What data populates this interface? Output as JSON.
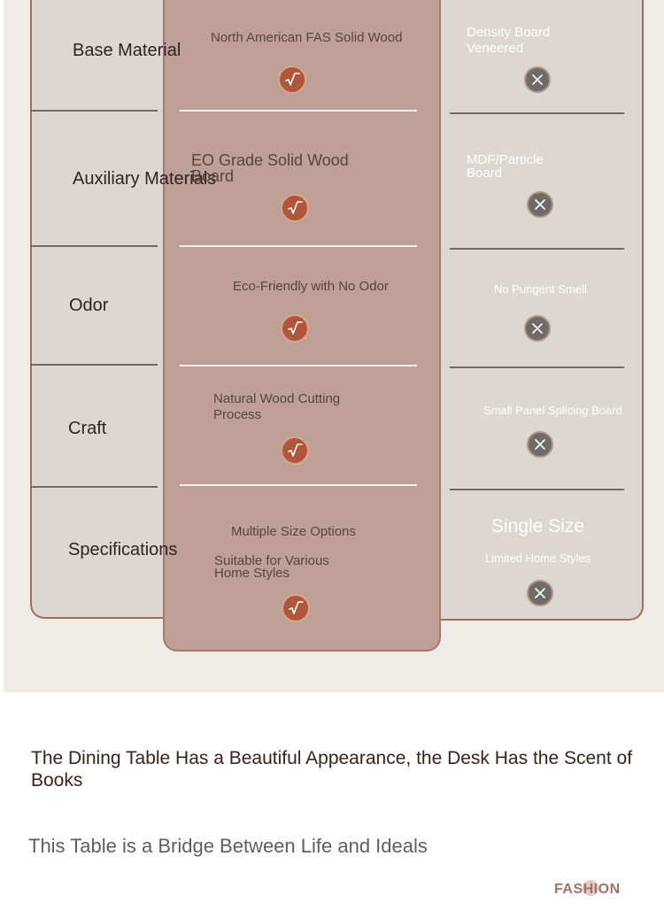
{
  "rows": [
    {
      "label": "Base Material",
      "ours": [
        "North American FAS Solid Wood"
      ],
      "theirs": [
        "Density Board",
        "Veneered"
      ]
    },
    {
      "label": "Auxiliary Materials",
      "ours": [
        "EO Grade Solid Wood",
        "Board"
      ],
      "theirs": [
        "MDF/Particle",
        "Board"
      ]
    },
    {
      "label": "Odor",
      "ours": [
        "Eco-Friendly with No Odor"
      ],
      "theirs": [
        "No Pungent Smell"
      ]
    },
    {
      "label": "Craft",
      "ours": [
        "Natural Wood Cutting",
        "Process"
      ],
      "theirs": [
        "Small Panel Splicing Board"
      ]
    },
    {
      "label": "Specifications",
      "ours": [
        "Multiple Size Options",
        "Suitable for Various",
        "Home Styles"
      ],
      "theirs": [
        "Single Size",
        "Limited Home Styles"
      ]
    }
  ],
  "icons": {
    "positive": "check-icon",
    "negative": "cross-icon"
  },
  "headline": "The Dining Table Has a Beautiful Appearance, the Desk Has the Scent of Books",
  "subline": "This Table is a Bridge Between Life and Ideals",
  "logo": "FASHION",
  "colors": {
    "panel_bg": "#efebe7",
    "side_card_bg": "#ddd7d2",
    "mid_card_bg": "#bfa096",
    "accent": "#b0563a",
    "negative": "#6f6b69",
    "border": "#a36d58"
  }
}
